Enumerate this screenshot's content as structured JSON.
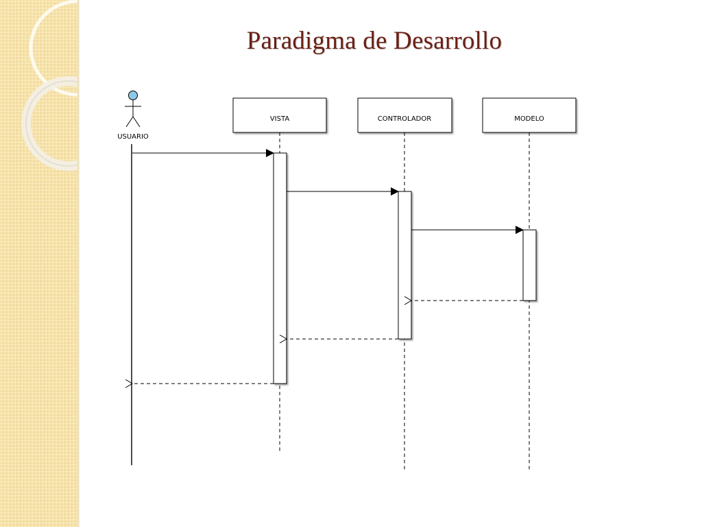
{
  "slide": {
    "title": "Paradigma de Desarrollo"
  },
  "diagram": {
    "type": "sequence",
    "actor": {
      "label": "USUARIO"
    },
    "lifelines": [
      {
        "label": "VISTA"
      },
      {
        "label": "CONTROLADOR"
      },
      {
        "label": "MODELO"
      }
    ],
    "messages": [
      {
        "from": "USUARIO",
        "to": "VISTA",
        "kind": "sync-call"
      },
      {
        "from": "VISTA",
        "to": "CONTROLADOR",
        "kind": "sync-call"
      },
      {
        "from": "CONTROLADOR",
        "to": "MODELO",
        "kind": "sync-call"
      },
      {
        "from": "MODELO",
        "to": "CONTROLADOR",
        "kind": "return"
      },
      {
        "from": "CONTROLADOR",
        "to": "VISTA",
        "kind": "return"
      },
      {
        "from": "VISTA",
        "to": "USUARIO",
        "kind": "return"
      }
    ],
    "colors": {
      "actor_head": "#8ec8e8",
      "line": "#000000",
      "title": "#6b1e13",
      "sidebar": "#f7e3a9"
    }
  }
}
